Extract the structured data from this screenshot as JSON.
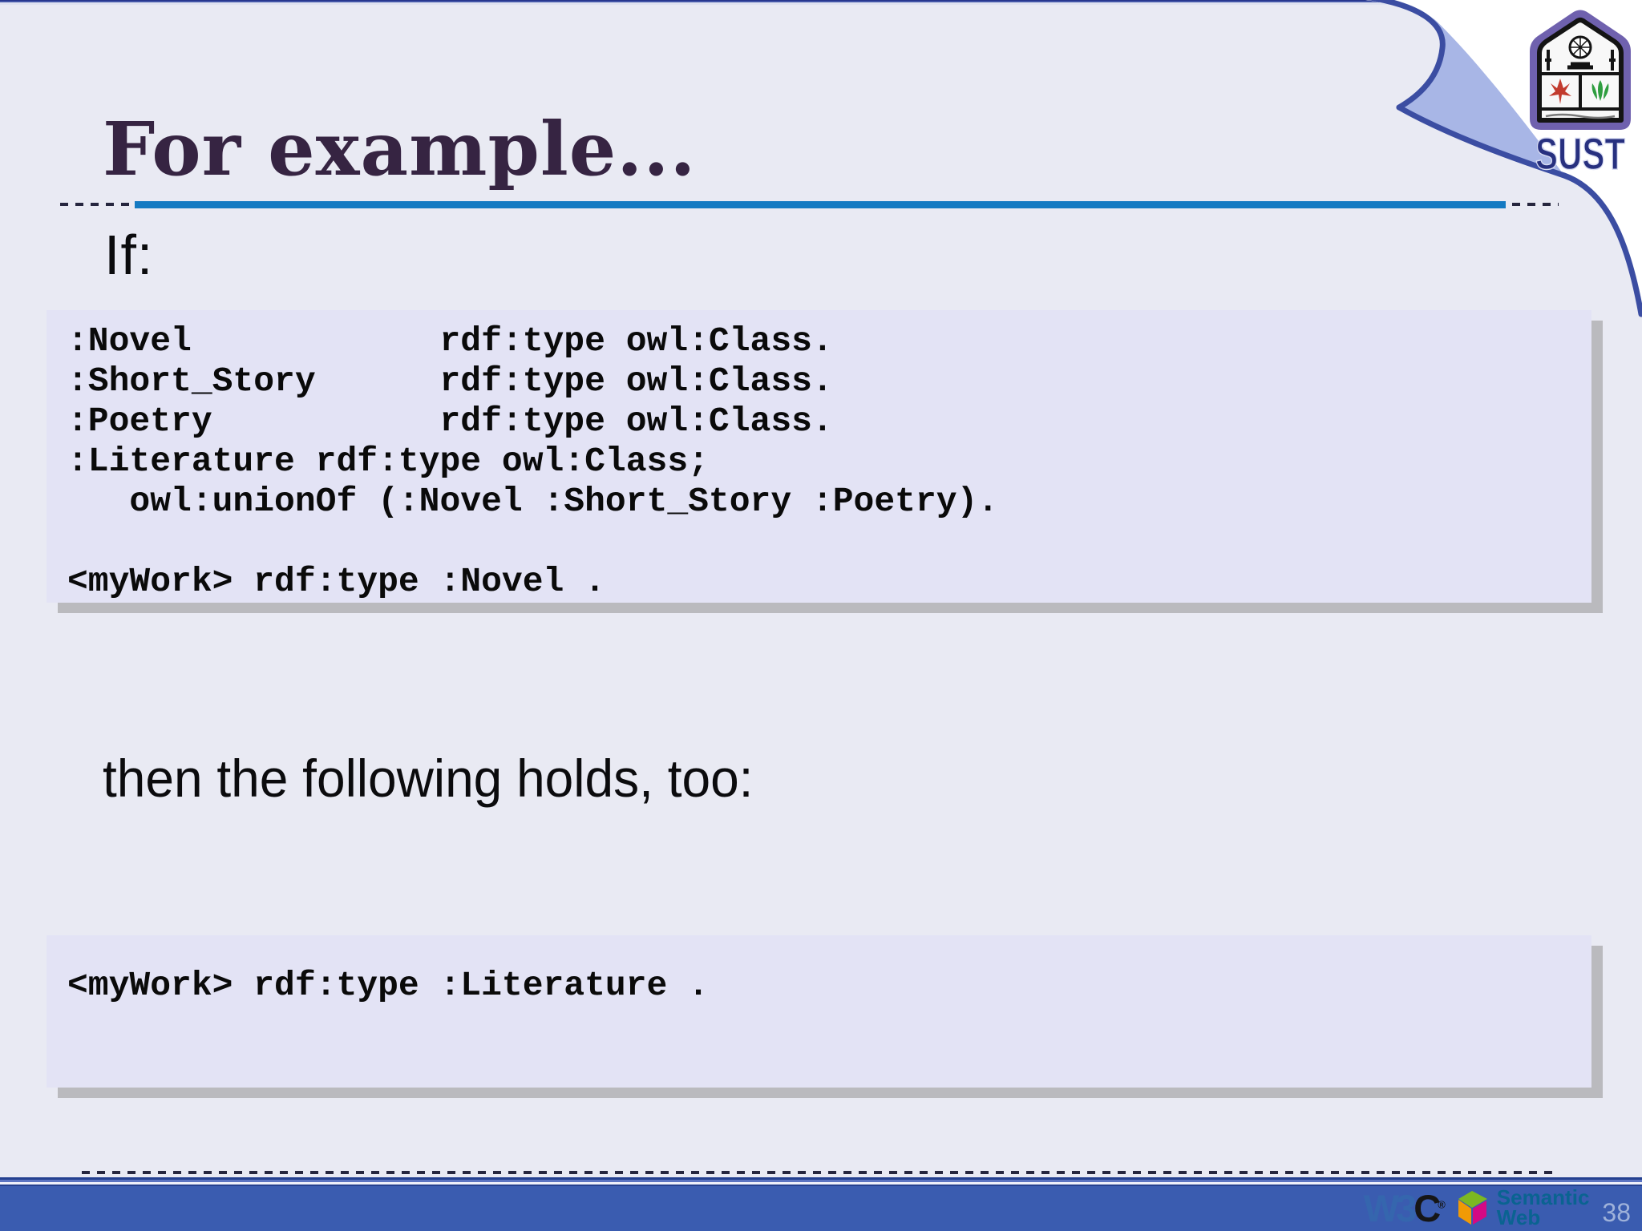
{
  "slide": {
    "title": "For example...",
    "if_label": "If:",
    "then_label": "then the following holds, too:",
    "page_number": "38"
  },
  "code_block_1": {
    "lines": [
      ":Novel            rdf:type owl:Class.",
      ":Short_Story      rdf:type owl:Class.",
      ":Poetry           rdf:type owl:Class.",
      ":Literature rdf:type owl:Class;",
      "   owl:unionOf (:Novel :Short_Story :Poetry).",
      "",
      "<myWork> rdf:type :Novel ."
    ]
  },
  "code_block_2": {
    "lines": [
      "<myWork> rdf:type :Literature ."
    ]
  },
  "logos": {
    "sust_text": "SUST",
    "w3c_part_blue": "W3",
    "w3c_part_black": "C",
    "w3c_reg": "®",
    "semantic_line1": "Semantic",
    "semantic_line2": "Web"
  },
  "colors": {
    "slide_bg": "#e9eaf3",
    "code_bg": "#e3e3f5",
    "code_shadow": "#bababe",
    "title_text": "#362442",
    "title_rule": "#147ac2",
    "dash": "#26263e",
    "bottom_bar": "#3a5cb0",
    "curl_fill": "#a8b6e6",
    "curl_stroke": "#3b4da2",
    "sust_purple": "#6f61ae",
    "sust_navy": "#27307f",
    "w3c_blue": "#3566ae",
    "semantic_teal": "#0a6391",
    "cube_green": "#7cb822",
    "cube_orange": "#f09a05",
    "cube_magenta": "#d40a84",
    "page_number_text": "#9fb2da"
  }
}
